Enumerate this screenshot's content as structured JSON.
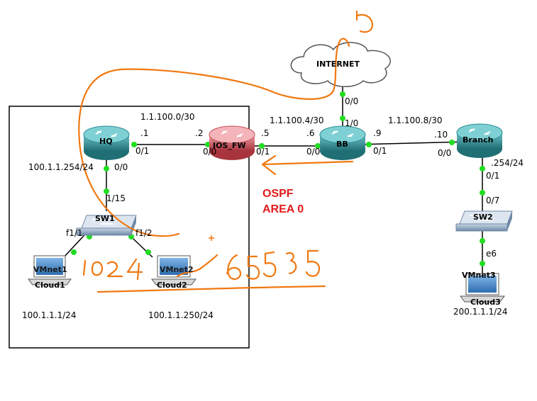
{
  "devices": {
    "internet": "INTERNET",
    "hq": "HQ",
    "ios_fw": "IOS_FW",
    "bb": "BB",
    "branch": "Branch",
    "sw1": "SW1",
    "sw2": "SW2",
    "vmnet1": "VMnet1",
    "vmnet2": "VMnet2",
    "vmnet3": "VMnet3",
    "cloud1": "Cloud1",
    "cloud2": "Cloud2",
    "cloud3": "Cloud3"
  },
  "subnets": {
    "hq_fw": "1.1.100.0/30",
    "fw_bb": "1.1.100.4/30",
    "bb_branch": "1.1.100.8/30",
    "hq_lan": "100.1.1.254/24",
    "branch_lan": ".254/24",
    "cloud1_ip": "100.1.1.1/24",
    "cloud2_ip": "100.1.1.250/24",
    "cloud3_ip": "200.1.1.1/24"
  },
  "host_ids": {
    "hq": ".1",
    "fw_left": ".2",
    "fw_right": ".5",
    "bb_left": ".6",
    "bb_right": ".9",
    "branch": ".10"
  },
  "interfaces": {
    "hq_right": "0/1",
    "hq_down": "0/0",
    "fw_left": "0/0",
    "fw_right": "0/1",
    "bb_left": "0/0",
    "bb_right": "0/1",
    "bb_up": "1/0",
    "internet_down": "0/0",
    "branch_left": "0/0",
    "branch_down": "0/1",
    "sw1_up": "1/15",
    "sw1_left": "f1/1",
    "sw1_right": "f1/2",
    "sw2_up": "0/7",
    "sw2_down": "e6"
  },
  "ospf": {
    "line1": "OSPF",
    "line2": "AREA 0"
  },
  "handwriting": {
    "text_left": "1024",
    "text_right": "65535",
    "mark_top": "5",
    "plus": "+"
  },
  "colors": {
    "router": "#2b8f95",
    "firewall": "#c8505a",
    "switch": "#7f9ab8",
    "link_dot": "#22dd22",
    "ospf_text": "#e21a1a",
    "annotation": "#f07810"
  }
}
